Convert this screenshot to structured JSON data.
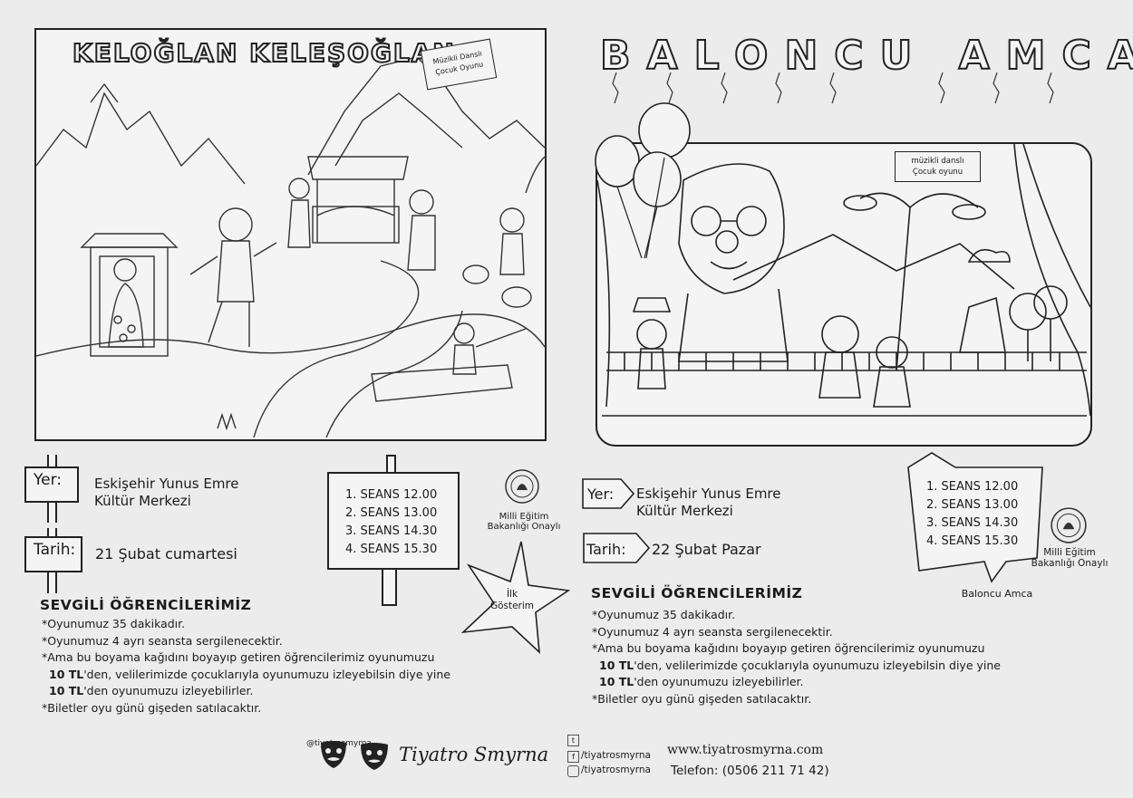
{
  "left": {
    "title": "KELOĞLAN KELEŞOĞLAN",
    "sign_text": [
      "Müzikli Danslı",
      "Çocuk Oyunu"
    ],
    "yer_label": "Yer:",
    "yer_value": [
      "Eskişehir Yunus Emre",
      "Kültür Merkezi"
    ],
    "tarih_label": "Tarih:",
    "tarih_value": "21 Şubat cumartesi",
    "seanslar": [
      "1. SEANS  12.00",
      "2. SEANS  13.00",
      "3. SEANS  14.30",
      "4. SEANS  15.30"
    ],
    "meb": [
      "Milli Eğitim",
      "Bakanlığı Onaylı"
    ],
    "star": [
      "İlk",
      "Gösterim"
    ],
    "heading": "SEVGİLİ ÖĞRENCİLERİMİZ",
    "notes": [
      "*Oyunumuz 35 dakikadır.",
      "*Oyunumuz 4 ayrı seansta sergilenecektir.",
      "*Ama bu boyama kağıdını boyayıp getiren öğrencilerimiz oyunumuzu"
    ],
    "price1_bold": "10 TL",
    "price1_rest": "'den, velilerimizde çocuklarıyla oyunumuzu izleyebilsin diye yine",
    "price2_bold": "10 TL",
    "price2_rest": "'den oyunumuzu izleyebilirler.",
    "last_note": "*Biletler oyu günü gişeden satılacaktır."
  },
  "right": {
    "title": "BALONCU AMCA",
    "sign_text": [
      "müzikli danslı",
      "Çocuk oyunu"
    ],
    "yer_label": "Yer:",
    "yer_value": [
      "Eskişehir Yunus Emre",
      "Kültür Merkezi"
    ],
    "tarih_label": "Tarih:",
    "tarih_value": "22 Şubat Pazar",
    "seanslar": [
      "1. SEANS  12.00",
      "2. SEANS  13.00",
      "3. SEANS  14.30",
      "4. SEANS  15.30"
    ],
    "meb": [
      "Milli Eğitim",
      "Bakanlığı Onaylı"
    ],
    "baloncu_caption": "Baloncu Amca",
    "heading": "SEVGİLİ ÖĞRENCİLERİMİZ",
    "notes": [
      "*Oyunumuz 35 dakikadır.",
      "*Oyunumuz 4 ayrı seansta sergilenecektir.",
      "*Ama bu boyama kağıdını boyayıp getiren öğrencilerimiz oyunumuzu"
    ],
    "price1_bold": "10 TL",
    "price1_rest": "'den, velilerimizde çocuklarıyla oyunumuzu izleyebilsin diye yine",
    "price2_bold": "10 TL",
    "price2_rest": "'den oyunumuzu izleyebilirler.",
    "last_note": "*Biletler oyu günü gişeden satılacaktır."
  },
  "footer": {
    "handle_top": "@tiyatrosmyrna",
    "brand": "Tiyatro Smyrna",
    "facebook": "/tiyatrosmyrna",
    "instagram": "/tiyatrosmyrna",
    "website": "www.tiyatrosmyrna.com",
    "phone": "Telefon: (0506 211 71 42)"
  },
  "icons": [
    "masks-icon",
    "twitter-icon",
    "facebook-icon",
    "instagram-icon",
    "ministry-seal-icon",
    "star-icon"
  ]
}
